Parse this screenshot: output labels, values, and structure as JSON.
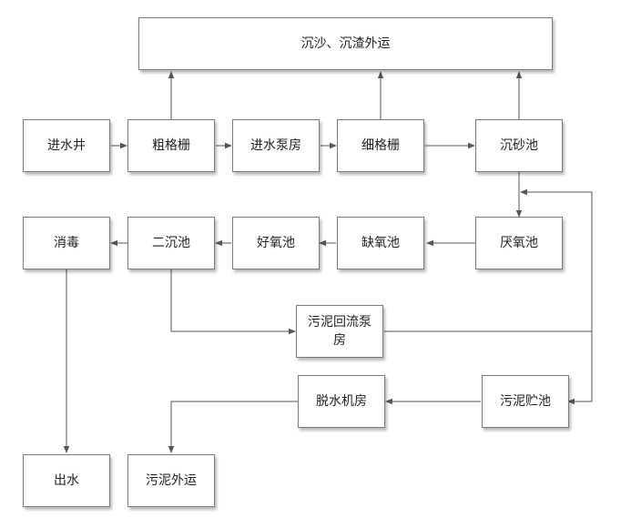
{
  "nodes": {
    "top": {
      "label": "沉沙、沉渣外运"
    },
    "jinshuijing": {
      "label": "进水井"
    },
    "cugeshan": {
      "label": "粗格栅"
    },
    "bengfang": {
      "label": "进水泵房"
    },
    "xigeshan": {
      "label": "细格栅"
    },
    "chenshachi": {
      "label": "沉砂池"
    },
    "xiaodu": {
      "label": "消毒"
    },
    "erchenchi": {
      "label": "二沉池"
    },
    "haoyangchi": {
      "label": "好氧池"
    },
    "queyangchi": {
      "label": "缺氧池"
    },
    "yanyangchi": {
      "label": "厌氧池"
    },
    "huiliu": {
      "label": "污泥回流泵房"
    },
    "tuoshui": {
      "label": "脱水机房"
    },
    "zhuchi": {
      "label": "污泥贮池"
    },
    "chushui": {
      "label": "出水"
    },
    "waiyun": {
      "label": "污泥外运"
    }
  }
}
